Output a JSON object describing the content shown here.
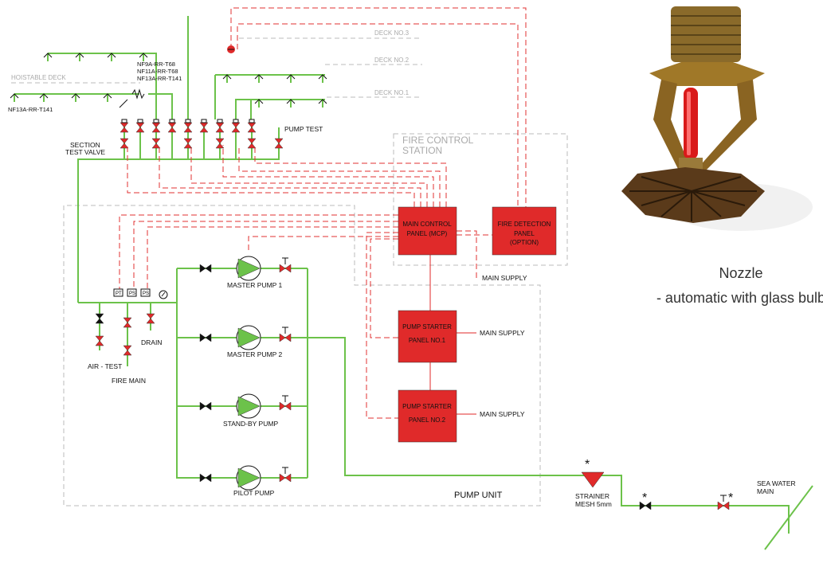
{
  "decks": {
    "deck3": "DECK NO.3",
    "deck2": "DECK NO.2",
    "deck1": "DECK NO.1",
    "hoistable": "HOISTABLE DECK"
  },
  "nozzle_types": {
    "line1": "NF9A-RR-T68",
    "line2": "NF11A-RR-T68",
    "line3": "NF13A-RR-T141",
    "left": "NF13A-RR-T141"
  },
  "labels": {
    "section_test_valve_1": "SECTION",
    "section_test_valve_2": "TEST VALVE",
    "pump_test": "PUMP TEST",
    "fire_control_1": "FIRE CONTROL",
    "fire_control_2": "STATION",
    "air_test": "AIR - TEST",
    "fire_main": "FIRE MAIN",
    "drain": "DRAIN",
    "pt": "PT",
    "ps1": "PS",
    "ps2": "PS",
    "pump_unit": "PUMP UNIT",
    "strainer_1": "STRAINER",
    "strainer_2": "MESH 5mm",
    "sea_water_1": "SEA WATER",
    "sea_water_2": "MAIN",
    "asterisk": "*"
  },
  "panels": {
    "mcp_1": "MAIN CONTROL",
    "mcp_2": "PANEL (MCP)",
    "fdp_1": "FIRE DETECTION",
    "fdp_2": "PANEL",
    "fdp_3": "(OPTION)",
    "ps1_1": "PUMP STARTER",
    "ps1_2": "PANEL NO.1",
    "ps2_1": "PUMP STARTER",
    "ps2_2": "PANEL NO.2"
  },
  "supply": {
    "main_supply_mcp": "MAIN SUPPLY",
    "main_supply_1": "MAIN SUPPLY",
    "main_supply_2": "MAIN SUPPLY"
  },
  "pumps": {
    "master1": "MASTER PUMP 1",
    "master2": "MASTER PUMP 2",
    "standby": "STAND-BY PUMP",
    "pilot": "PILOT PUMP"
  },
  "caption": {
    "title": "Nozzle",
    "subtitle": "- automatic with glass bulb"
  },
  "colors": {
    "pipe": "#6cc24a",
    "signal": "#e23030",
    "panel": "#e02a2a",
    "valve": "#e02a2a",
    "boundary": "#bbbbbb"
  }
}
